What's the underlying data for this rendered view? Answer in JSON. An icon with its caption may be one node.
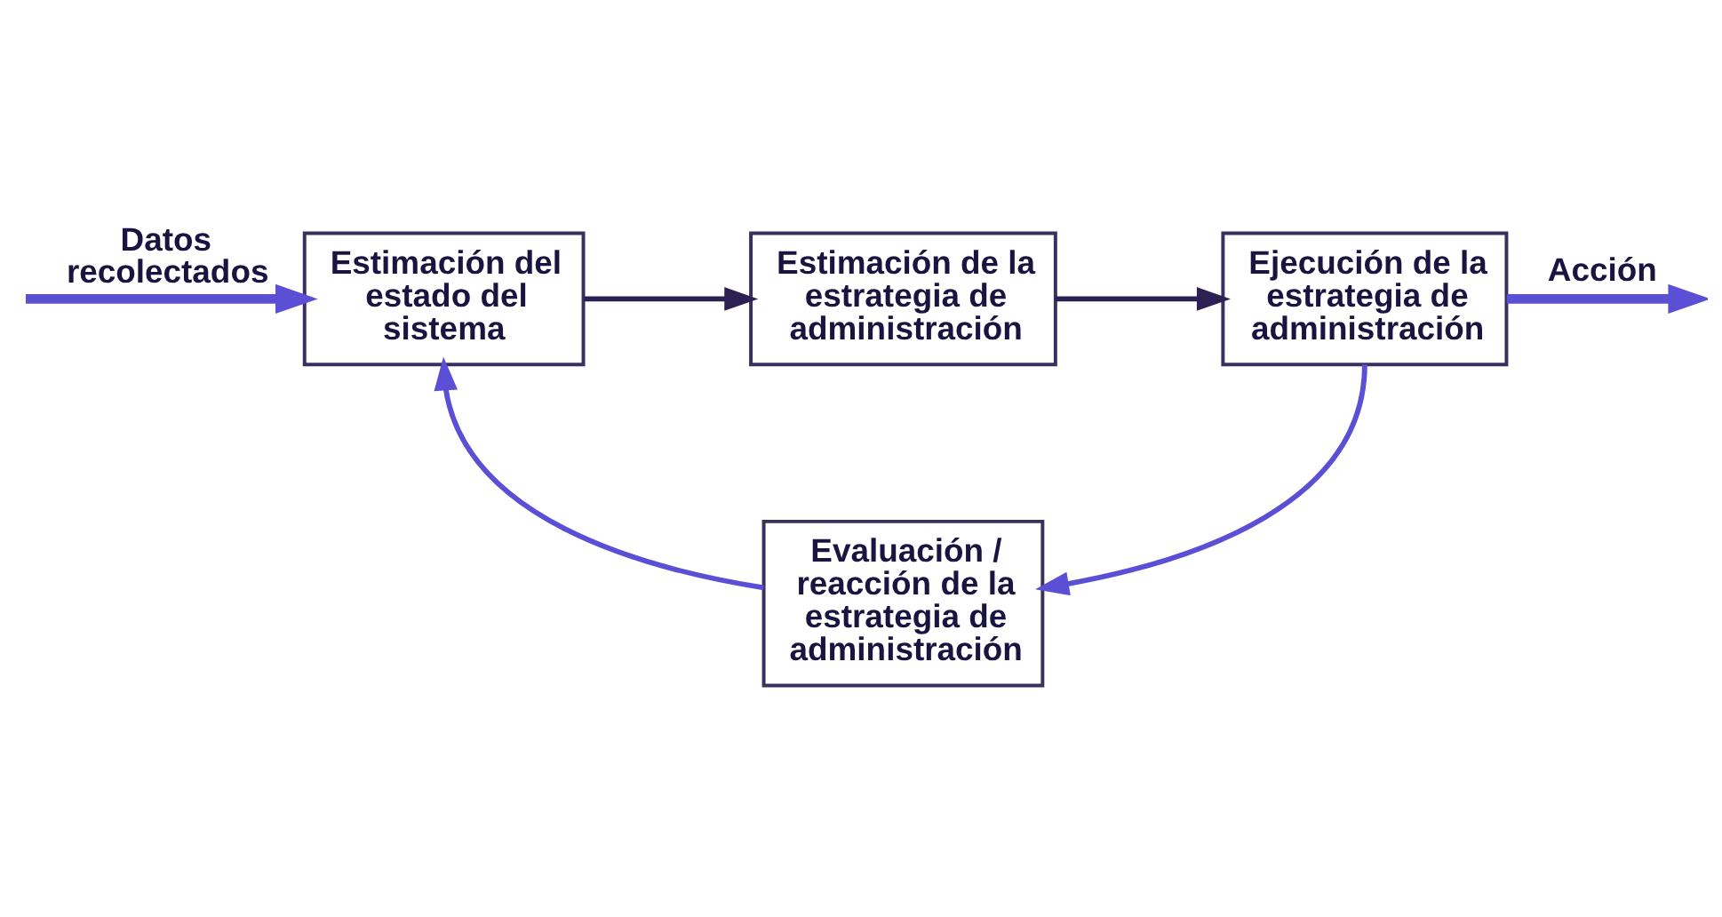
{
  "diagram": {
    "nodes": [
      {
        "text": [
          "Estimación del estado del sistema"
        ]
      },
      {
        "text": [
          "Estimación de la estrategia de administración"
        ]
      },
      {
        "text": [
          "Ejecución de la estrategia de administración"
        ]
      },
      {
        "text": [
          "Evaluación / reacción de la estrategia de administración"
        ]
      }
    ],
    "edges": [
      {
        "from": null,
        "to": 0,
        "arrow": "to",
        "label": "Datos recolectados",
        "style": "thick"
      },
      {
        "from": 0,
        "to": 1,
        "arrow": "to",
        "color": "#2b2152"
      },
      {
        "from": 1,
        "to": 2,
        "arrow": "to",
        "color": "#2b2152"
      },
      {
        "from": 2,
        "to": null,
        "arrow": "to",
        "label": "Acción",
        "style": "thick"
      },
      {
        "from": 2,
        "to": 3,
        "arrow": "to"
      },
      {
        "from": 3,
        "to": 0,
        "arrow": "to"
      }
    ]
  }
}
